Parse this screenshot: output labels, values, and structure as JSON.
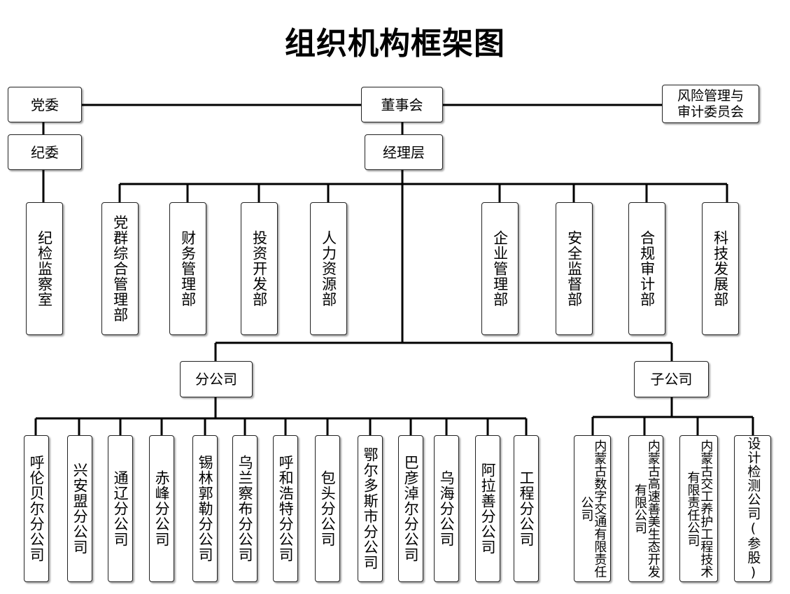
{
  "title": "组织机构框架图",
  "top": {
    "party_committee": "党委",
    "board": "董事会",
    "risk_committee": "风险管理与\n审计委员会",
    "discipline_committee": "纪委",
    "management": "经理层",
    "discipline_office": "纪检监察室"
  },
  "departments": [
    "党群综合管理部",
    "财务管理部",
    "投资开发部",
    "人力资源部",
    "企业管理部",
    "安全监督部",
    "合规审计部",
    "科技发展部"
  ],
  "branch_group": "分公司",
  "subsidiary_group": "子公司",
  "branches": [
    "呼伦贝尔分公司",
    "兴安盟分公司",
    "通辽分公司",
    "赤峰分公司",
    "锡林郭勒分公司",
    "乌兰察布分公司",
    "呼和浩特分公司",
    "包头分公司",
    "鄂尔多斯市分公司",
    "巴彦淖尔分公司",
    "乌海分公司",
    "阿拉善分公司",
    "工程分公司"
  ],
  "subsidiaries": [
    "内蒙古数字交通有限责任公司",
    "内蒙古高速善美生态开发有限公司",
    "内蒙古交工养护工程技术有限责任公司",
    "设计检测公司(参股)"
  ]
}
